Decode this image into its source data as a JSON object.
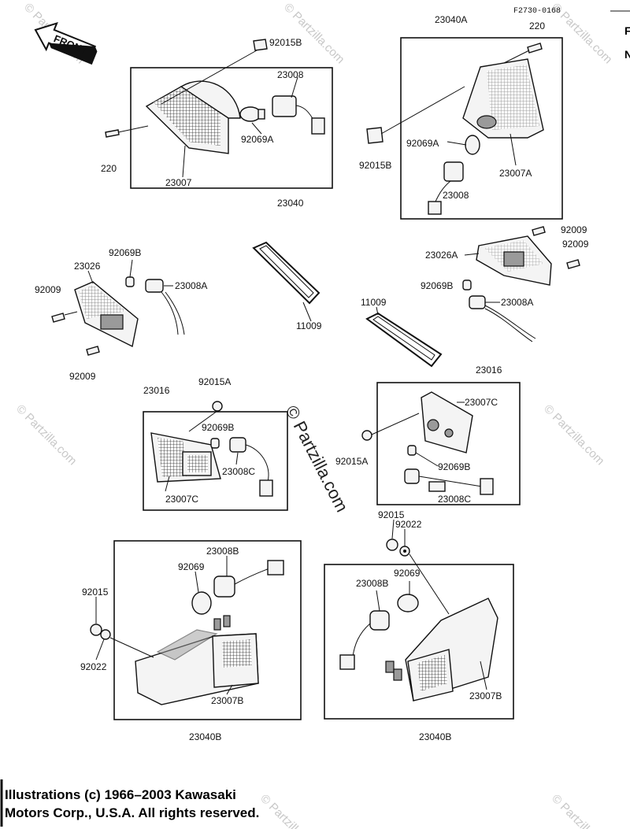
{
  "diagram": {
    "ref_code": "F2730-0168",
    "front_label": "FRONT",
    "watermark": "© Partzilla.com",
    "side_letters": [
      "F",
      "N"
    ],
    "part_labels": {
      "p1": "92015B",
      "p2": "23008",
      "p3": "92069A",
      "p4": "220",
      "p5": "23007",
      "p6": "23040",
      "p7": "23040A",
      "p8": "220",
      "p9": "92069A",
      "p10": "92015B",
      "p11": "23008",
      "p12": "23007A",
      "p13": "92069B",
      "p14": "23026",
      "p15": "92009",
      "p16": "23008A",
      "p17": "92009",
      "p18": "11009",
      "p19": "92009",
      "p20": "92009",
      "p21": "23026A",
      "p22": "92069B",
      "p23": "23008A",
      "p24": "11009",
      "p25": "23016",
      "p26": "92015A",
      "p27": "92069B",
      "p28": "23008C",
      "p29": "23007C",
      "p30": "23016",
      "p31": "23007C",
      "p32": "92015A",
      "p33": "92069B",
      "p34": "23008C",
      "p35": "92015",
      "p36": "92022",
      "p37": "23008B",
      "p38": "92069",
      "p39": "92015",
      "p40": "92022",
      "p41": "23007B",
      "p42": "23040B",
      "p43": "23008B",
      "p44": "92069",
      "p45": "23007B",
      "p46": "23040B"
    }
  },
  "footer": {
    "line1": "Illustrations (c) 1966–2003 Kawasaki",
    "line2": "Motors Corp., U.S.A.  All rights reserved."
  }
}
